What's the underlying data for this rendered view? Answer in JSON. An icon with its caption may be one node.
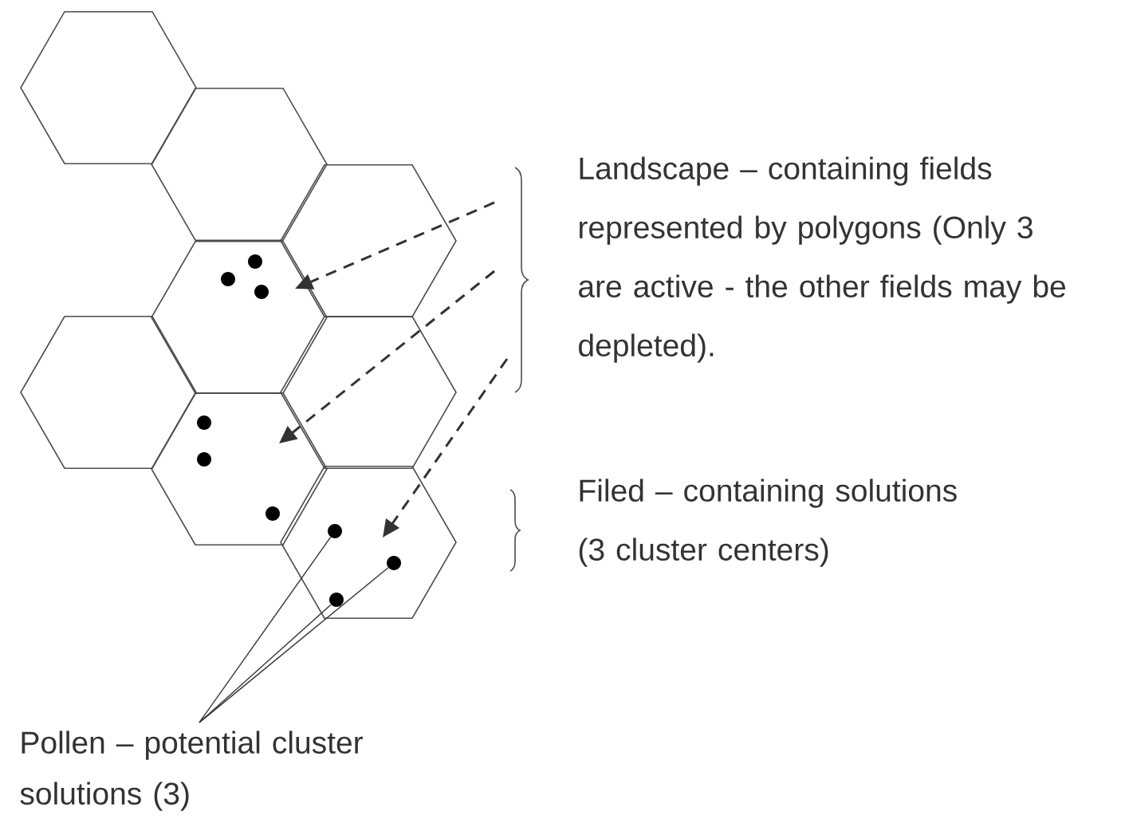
{
  "diagram": {
    "nodes": [
      {
        "text": [],
        "shape": "hexagon"
      },
      {
        "text": [],
        "shape": "hexagon"
      },
      {
        "text": [],
        "shape": "hexagon"
      },
      {
        "text": [],
        "shape": "hexagon"
      },
      {
        "text": [],
        "shape": "hexagon"
      },
      {
        "text": [],
        "shape": "hexagon"
      },
      {
        "text": [],
        "shape": "hexagon"
      },
      {
        "text": [],
        "shape": "hexagon"
      },
      {
        "text": [],
        "shape": "circle",
        "in": 3
      },
      {
        "text": [],
        "shape": "circle",
        "in": 3
      },
      {
        "text": [],
        "shape": "circle",
        "in": 3
      },
      {
        "text": [],
        "shape": "circle",
        "in": 6
      },
      {
        "text": [],
        "shape": "circle",
        "in": 6
      },
      {
        "text": [],
        "shape": "circle",
        "in": 6
      },
      {
        "text": [],
        "shape": "circle",
        "in": 7
      },
      {
        "text": [],
        "shape": "circle",
        "in": 7
      },
      {
        "text": [],
        "shape": "circle",
        "in": 7
      },
      {
        "text": [
          "Landscape – containing fields represented by polygons (Only 3 are active - the other fields may be depleted)."
        ]
      },
      {
        "text": [
          "Filed – containing solutions (3 cluster centers)"
        ]
      },
      {
        "text": [
          "Pollen – potential cluster solutions (3)"
        ]
      }
    ],
    "edges": [
      {
        "from": null,
        "to": 3,
        "arrow": "to",
        "style": "dashed"
      },
      {
        "from": null,
        "to": 6,
        "arrow": "to",
        "style": "dashed"
      },
      {
        "from": null,
        "to": 7,
        "arrow": "to",
        "style": "dashed"
      },
      {
        "from": 19,
        "to": 14,
        "arrow": "none"
      },
      {
        "from": 19,
        "to": 16,
        "arrow": "none"
      },
      {
        "from": 19,
        "to": 15,
        "arrow": "none"
      }
    ]
  }
}
